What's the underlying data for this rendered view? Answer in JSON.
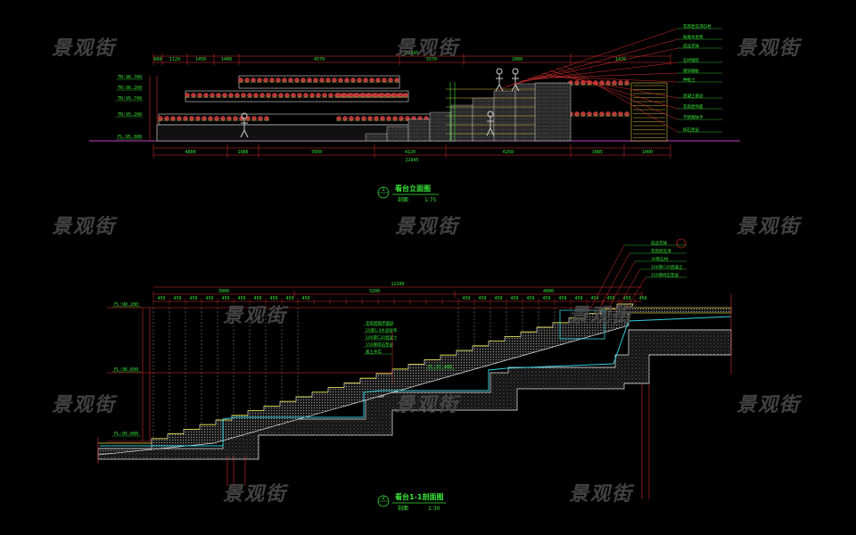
{
  "watermark": "景观街",
  "views": [
    {
      "id": "view-1",
      "number": "1",
      "title": "看台立面图",
      "scale": "1:75"
    },
    {
      "id": "view-2",
      "number": "2",
      "title": "看台1-1剖面图",
      "scale": "1:30"
    }
  ],
  "elevation": {
    "top_dims": [
      "600",
      "1120",
      "1450",
      "1400",
      "4570",
      "5570",
      "2000",
      "1420"
    ],
    "total_top": "22495",
    "bottom_dims": [
      "4800",
      "1980",
      "7850",
      "4120",
      "6250",
      "1085",
      "1000"
    ],
    "total_bottom": "22945",
    "level_labels": [
      "TR:96.700",
      "TR:96.200",
      "TR:95.700",
      "TR:95.200",
      "FL:95.000"
    ],
    "callouts_right": [
      "花岗岩压顶石材",
      "防腐木坐凳",
      "成品花钵",
      "石材铺装",
      "镀锌钢板",
      "种植土",
      "混凝土基层",
      "花岗岩饰面",
      "不锈钢扶手",
      "碎石垫层"
    ]
  },
  "section": {
    "overall": "12200",
    "top_dims": [
      "450",
      "450",
      "450",
      "450",
      "450",
      "450",
      "450",
      "450",
      "450",
      "450"
    ],
    "group_dims": [
      "3000",
      "3200",
      "4000"
    ],
    "level_labels": [
      "FL:98.200",
      "FL:96.600",
      "FL:95.000",
      "FL:97.400"
    ],
    "callouts_mid": [
      "花岗岩踏步面层",
      "20厚1:3水泥砂浆",
      "100厚C20混凝土",
      "150厚碎石垫层",
      "素土夯实"
    ],
    "callouts_top": [
      "成品花钵",
      "花岗岩压顶",
      "30厚石材",
      "100厚C20混凝土",
      "150厚碎石垫层"
    ]
  }
}
